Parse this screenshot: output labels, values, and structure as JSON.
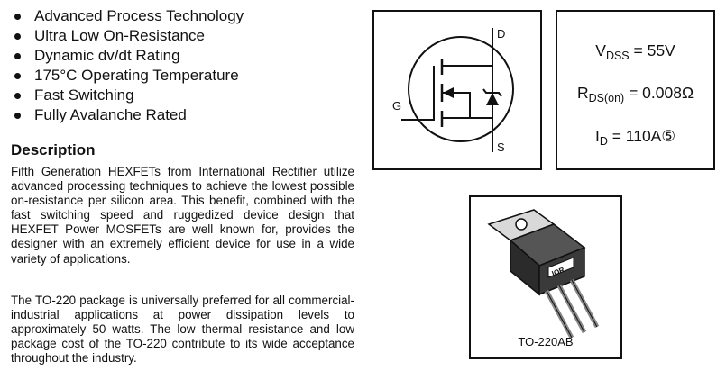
{
  "features": [
    "Advanced Process Technology",
    "Ultra Low On-Resistance",
    "Dynamic dv/dt Rating",
    "175°C Operating Temperature",
    "Fast Switching",
    "Fully Avalanche Rated"
  ],
  "description": {
    "title": "Description",
    "paragraphs": [
      "Fifth Generation HEXFETs from International Rectifier utilize advanced processing techniques to achieve the lowest possible on-resistance per silicon area. This benefit, combined with the fast switching speed and ruggedized device design that HEXFET Power MOSFETs are well known for, provides the designer with an extremely efficient device for use in a wide variety of applications.",
      "The TO-220 package is universally preferred for all commercial-industrial applications at power dissipation levels to approximately 50 watts. The low thermal resistance and low package cost of the TO-220 contribute to its wide acceptance throughout the industry."
    ]
  },
  "symbol": {
    "drain_label": "D",
    "gate_label": "G",
    "source_label": "S"
  },
  "specs": {
    "vdss": {
      "symbol": "V",
      "subscript": "DSS",
      "value": " = 55V"
    },
    "rds": {
      "symbol": "R",
      "subscript": "DS(on)",
      "value": " = 0.008Ω"
    },
    "id": {
      "symbol": "I",
      "subscript": "D",
      "value": " = 110A⑤"
    }
  },
  "package": {
    "label": "TO-220AB",
    "logo_text": "IOR"
  }
}
